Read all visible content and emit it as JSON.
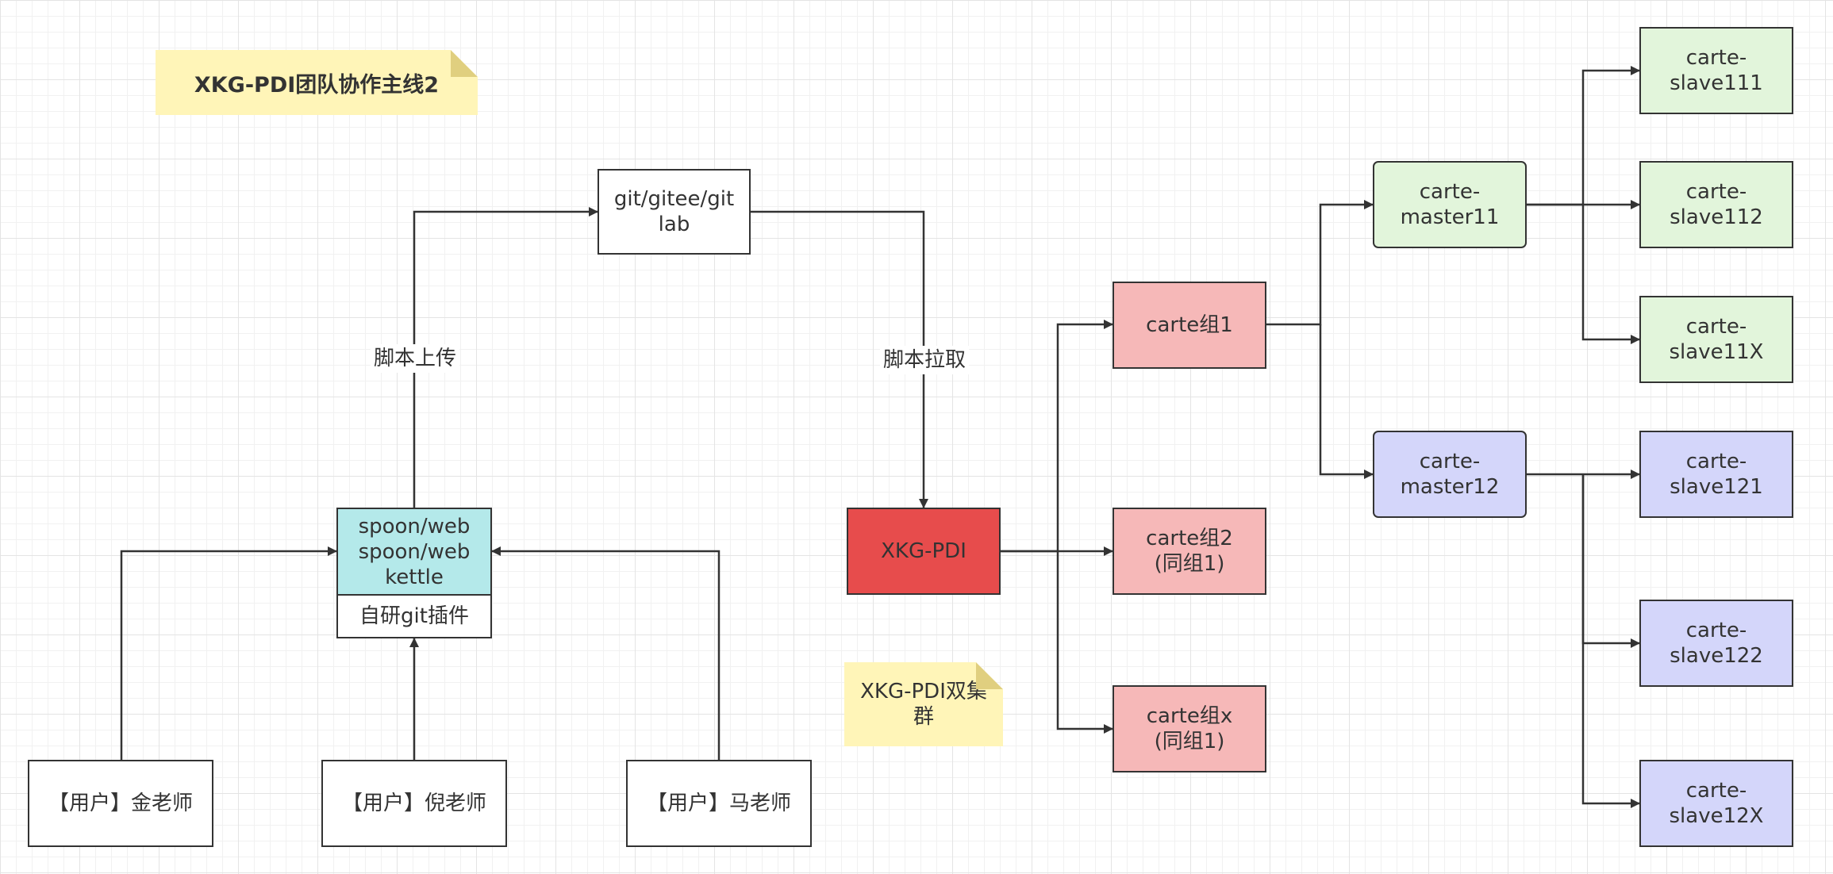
{
  "notes": {
    "title": "XKG-PDI团队协作主线2",
    "cluster": "XKG-PDI双集\n群"
  },
  "nodes": {
    "git": "git/gitee/git\nlab",
    "spoon": "spoon/web\nspoon/web\nkettle",
    "plugin": "自研git插件",
    "user_jin": "【用户】金老师",
    "user_ni": "【用户】倪老师",
    "user_ma": "【用户】马老师",
    "xkg_pdi": "XKG-PDI",
    "group1": "carte组1",
    "group2": "carte组2\n(同组1)",
    "groupx": "carte组x\n(同组1)",
    "master11": "carte-\nmaster11",
    "master12": "carte-\nmaster12",
    "slave111": "carte-\nslave111",
    "slave112": "carte-\nslave112",
    "slave11x": "carte-\nslave11X",
    "slave121": "carte-\nslave121",
    "slave122": "carte-\nslave122",
    "slave12x": "carte-\nslave12X"
  },
  "edge_labels": {
    "upload": "脚本上传",
    "pull": "脚本拉取"
  },
  "colors": {
    "line": "#333333",
    "note_fill": "#fff5b8",
    "note_fold": "#e0cf7f",
    "spoon_fill": "#b4e9ea",
    "xkg_fill": "#e74c4c",
    "group_fill": "#f6b8b8",
    "master11_fill": "#e2f5db",
    "master12_fill": "#d4d6fa",
    "plain_fill": "#ffffff"
  }
}
